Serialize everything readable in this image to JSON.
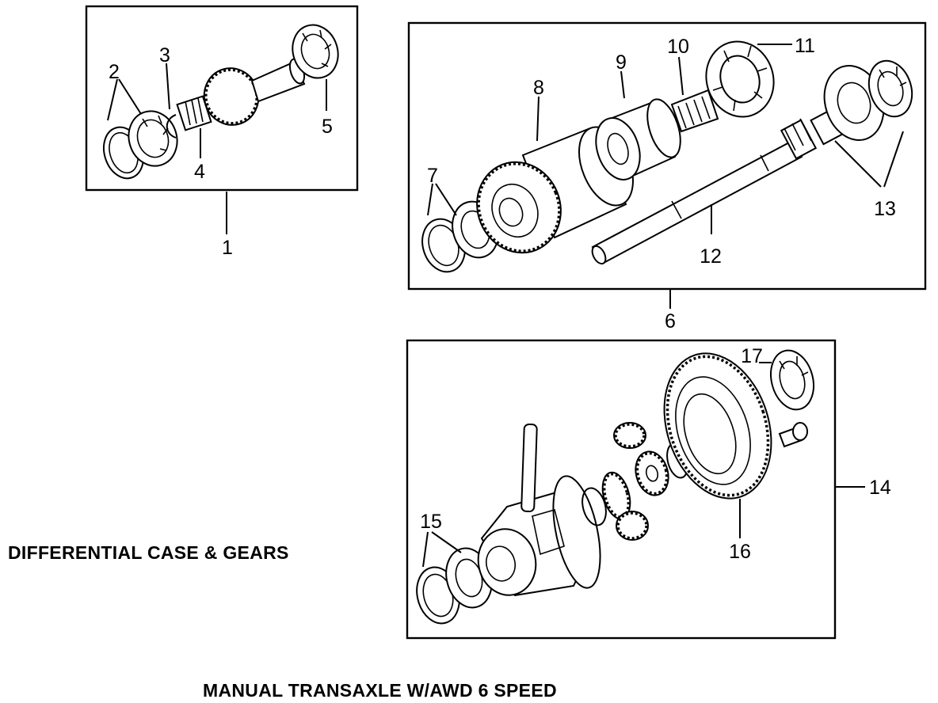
{
  "captions": {
    "section_title": "DIFFERENTIAL CASE & GEARS",
    "model_title": "MANUAL TRANSAXLE W/AWD 6 SPEED"
  },
  "callouts": {
    "c1": "1",
    "c2": "2",
    "c3": "3",
    "c4": "4",
    "c5": "5",
    "c6": "6",
    "c7": "7",
    "c8": "8",
    "c9": "9",
    "c10": "10",
    "c11": "11",
    "c12": "12",
    "c13": "13",
    "c14": "14",
    "c15": "15",
    "c16": "16",
    "c17": "17"
  }
}
